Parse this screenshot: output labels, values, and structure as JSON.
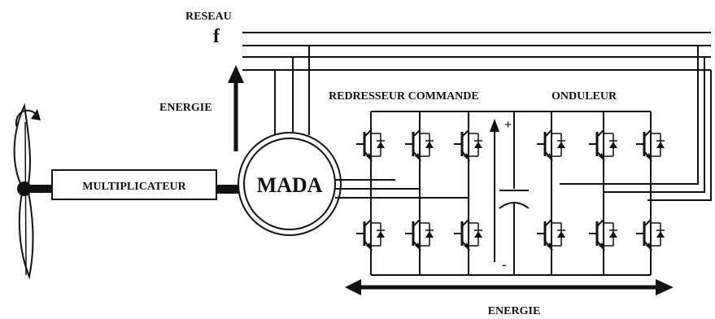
{
  "labels": {
    "reseau": "RESEAU",
    "frequency": "f",
    "energie_top": "ENERGIE",
    "redresseur": "REDRESSEUR COMMANDE",
    "onduleur": "ONDULEUR",
    "multiplicateur": "MULTIPLICATEUR",
    "mada": "MADA",
    "plus": "+",
    "minus": "-",
    "energie_bottom": "ENERGIE"
  },
  "icons": {
    "turbine": "wind-turbine-icon",
    "rotation": "rotation-arrow-icon",
    "switch": "igbt-switch-icon",
    "capacitor": "capacitor-icon"
  },
  "converter": {
    "rectifier_legs": 3,
    "inverter_legs": 3,
    "switches_per_leg": 2
  }
}
